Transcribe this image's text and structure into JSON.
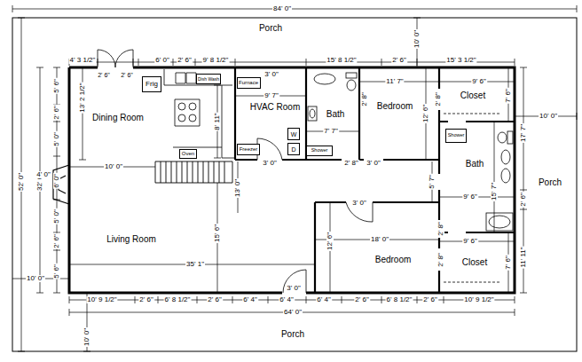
{
  "diagram": {
    "nodes": [
      {
        "text": [
          "Frig"
        ]
      },
      {
        "text": [
          "Dish Wash"
        ]
      },
      {
        "text": [
          "Oven"
        ]
      },
      {
        "text": [
          "Furnace"
        ]
      },
      {
        "text": [
          "Freezer"
        ]
      },
      {
        "text": [
          "W"
        ]
      },
      {
        "text": [
          "D"
        ]
      },
      {
        "text": [
          "Shower"
        ]
      },
      {
        "text": [
          "Shower"
        ]
      }
    ],
    "labels": [
      "Porch",
      "84' 0\"",
      "10' 0\"",
      "4' 3 1/2\"",
      "2' 6\"",
      "2' 6\"",
      "6' 0\"",
      "2' 6\"",
      "9' 8 1/2\"",
      "3' 0\"",
      "15' 8 1/2\"",
      "2' 6\"",
      "15' 3 1/2\"",
      "52' 0\"",
      "32' 0\"",
      "5' 6\"",
      "2' 6\"",
      "5' 0\"",
      "4' 0\"",
      "6' 0\"",
      "5' 0\"",
      "2' 6\"",
      "5' 6\"",
      "10' 0\"",
      "13' 2 1/2\"",
      "Dining Room",
      "8' 11\"",
      "10' 0\"",
      "13' 0\"",
      "15' 6\"",
      "Living Room",
      "35' 1\"",
      "9' 7\"",
      "HVAC Room",
      "3' 0\"",
      "Bath",
      "7' 7\"",
      "2' 8\"",
      "2' 8\"",
      "3' 0\"",
      "11' 7\"",
      "Bedroom",
      "12' 6\"",
      "2' 8\"",
      "9' 6\"",
      "Closet",
      "7' 6\"",
      "17' 7\"",
      "10' 0\"",
      "5' 7\"",
      "Bath",
      "15' 7\"",
      "Porch",
      "2' 6\"",
      "9' 6\"",
      "3' 0\"",
      "2' 8\"",
      "18' 0\"",
      "12' 6\"",
      "9' 6\"",
      "Bedroom",
      "Closet",
      "7' 6\"",
      "2' 8\"",
      "11' 11\"",
      "3' 0\"",
      "10' 9 1/2\"",
      "2' 6\"",
      "6' 8 1/2\"",
      "2' 6\"",
      "6' 4\"",
      "6' 4\"",
      "6' 4\"",
      "2' 6\"",
      "6' 8 1/2\"",
      "2' 6\"",
      "10' 9 1/2\"",
      "64' 0\"",
      "Porch",
      "10' 0\""
    ]
  }
}
